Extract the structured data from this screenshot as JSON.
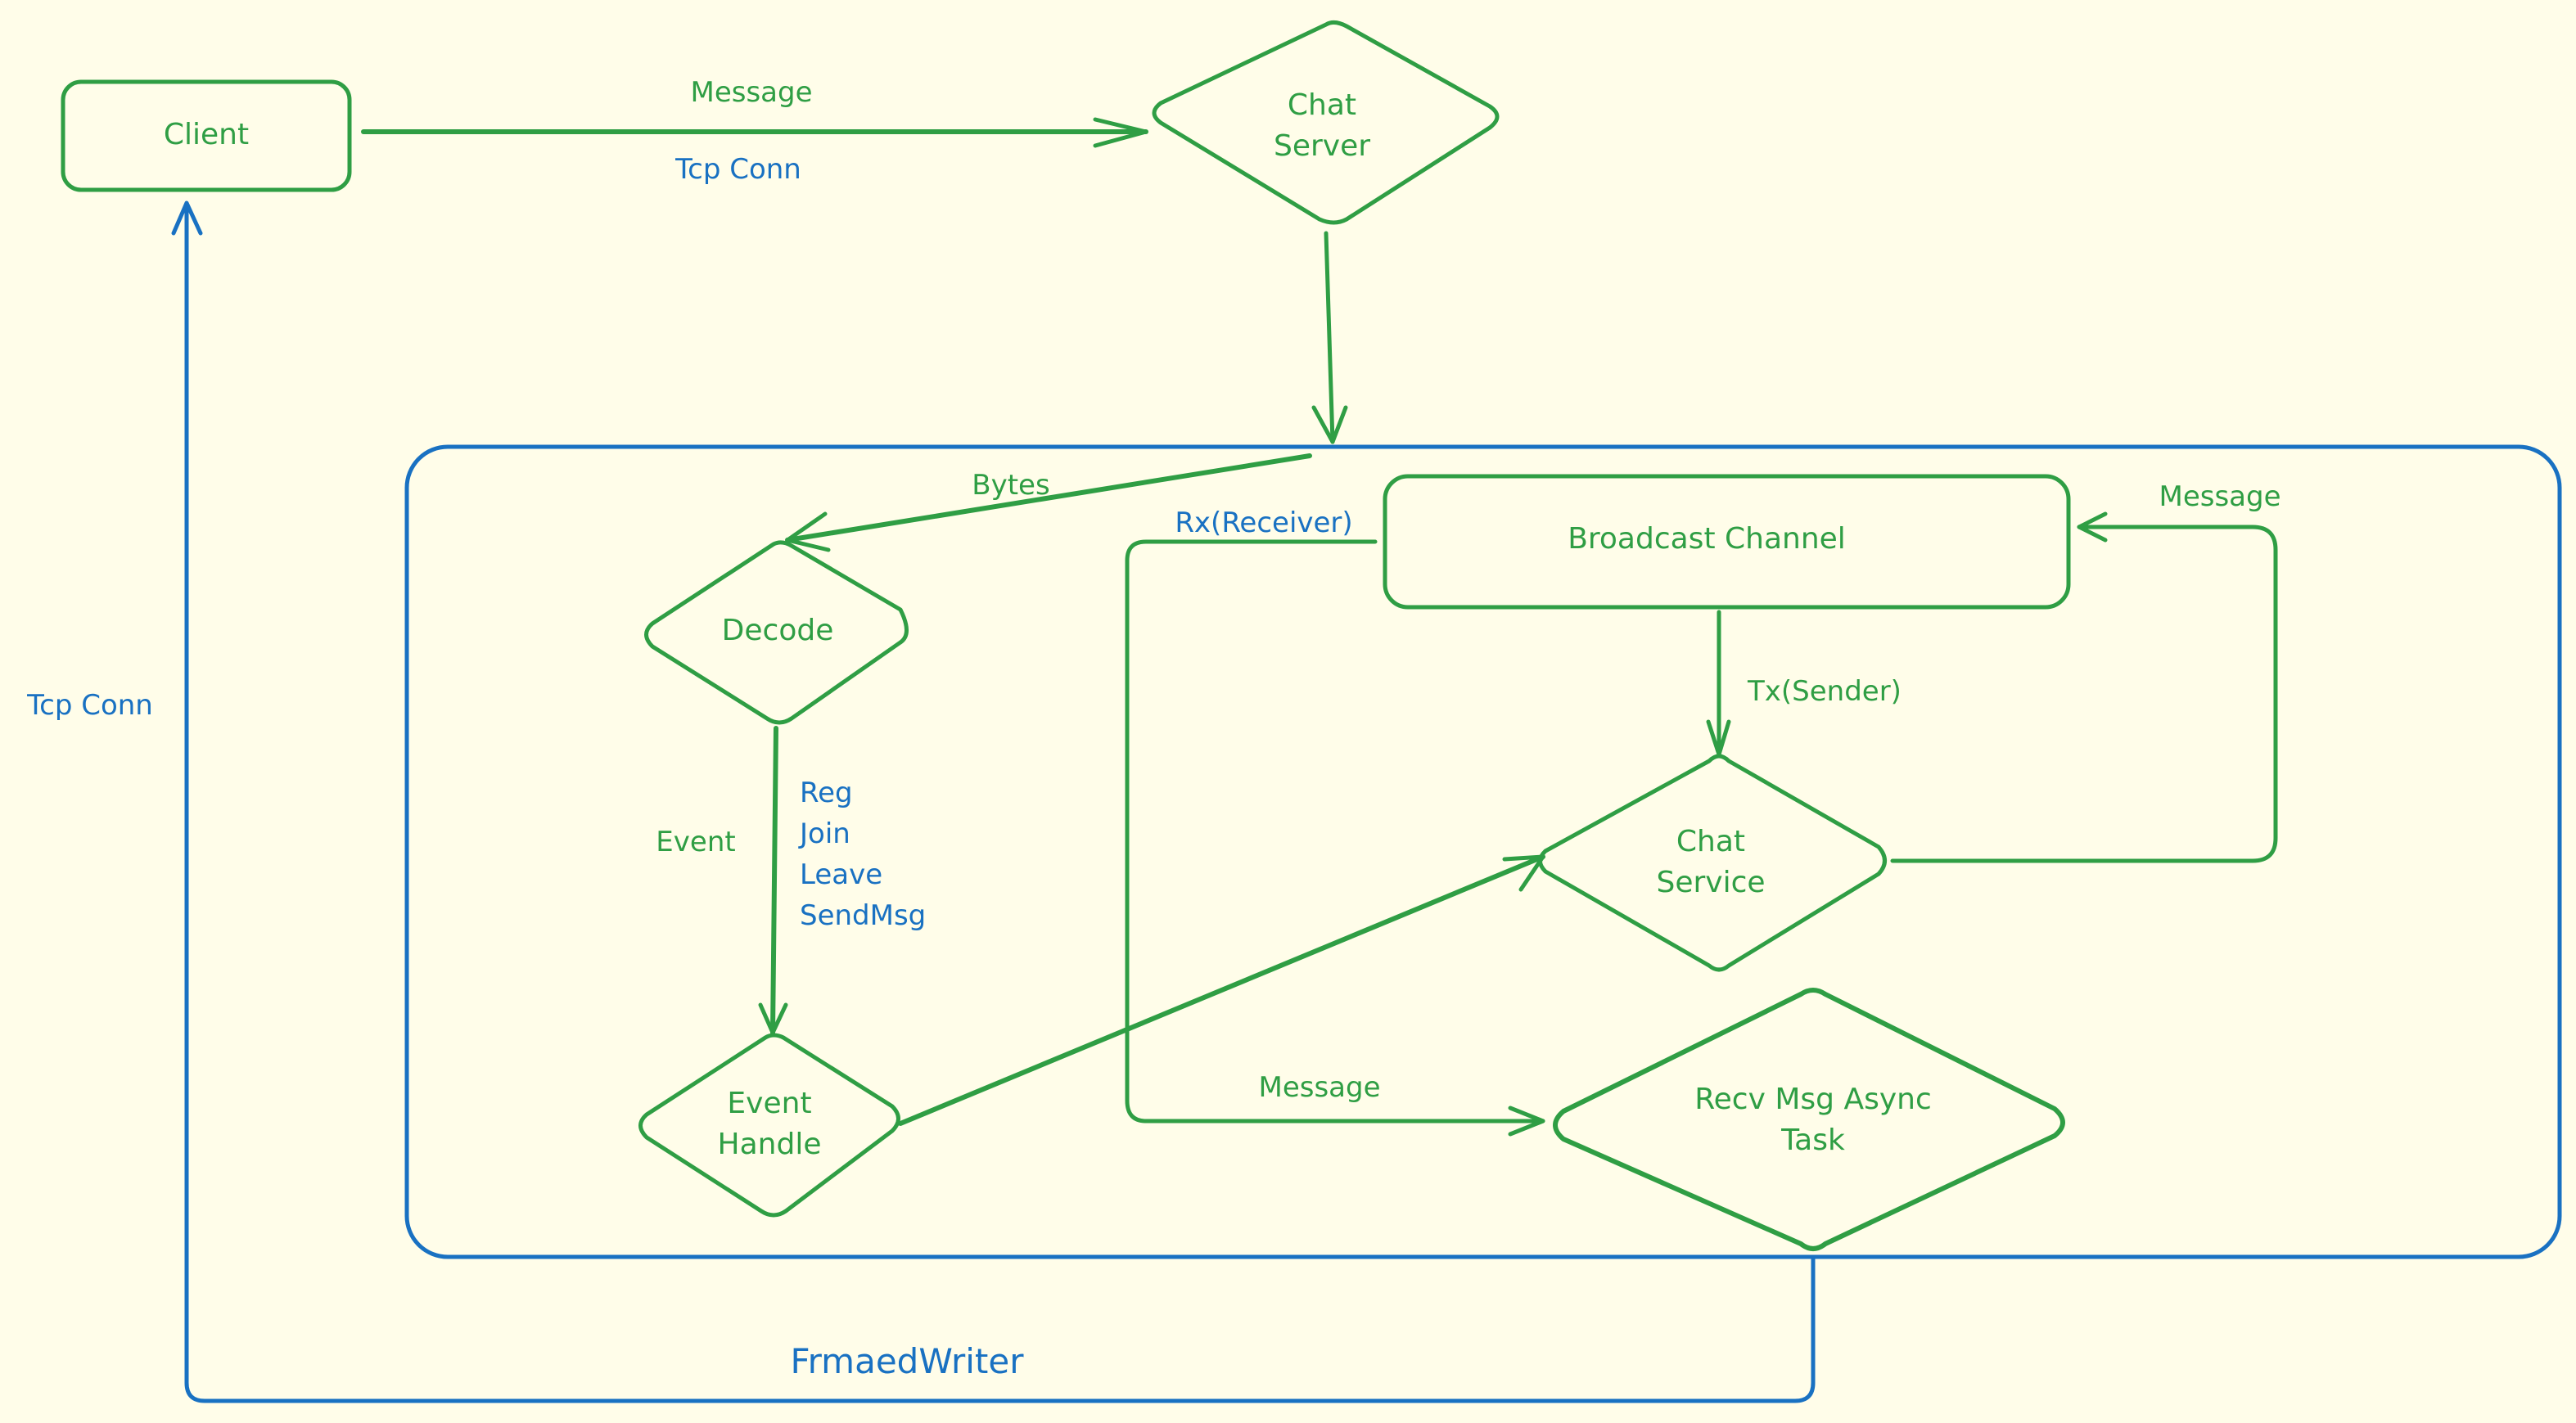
{
  "colors": {
    "background": "#fffde9",
    "green": "#2f9e44",
    "blue": "#1971c2",
    "broadcast_fill": "#ffc9c9",
    "decode_fill": "#ffec99",
    "service_fill": "#a5d8ff",
    "task_fill": "#b2f2bb"
  },
  "nodes": {
    "client": "Client",
    "chat_server": [
      "Chat",
      "Server"
    ],
    "decode": "Decode",
    "event_handle": [
      "Event",
      "Handle"
    ],
    "broadcast_channel": "Broadcast Channel",
    "chat_service": [
      "Chat",
      "Service"
    ],
    "recv_task": [
      "Recv Msg Async",
      "Task"
    ]
  },
  "edges": {
    "client_to_server_top": "Message",
    "client_to_server_bottom": "Tcp Conn",
    "bytes": "Bytes",
    "rx_receiver": "Rx(Receiver)",
    "tx_sender": "Tx(Sender)",
    "service_to_broadcast": "Message",
    "rx_to_task": "Message",
    "decode_event": "Event",
    "event_types": [
      "Reg",
      "Join",
      "Leave",
      "SendMsg"
    ],
    "return_tcp_conn": "Tcp Conn",
    "framed_writer": "FrmaedWriter"
  }
}
